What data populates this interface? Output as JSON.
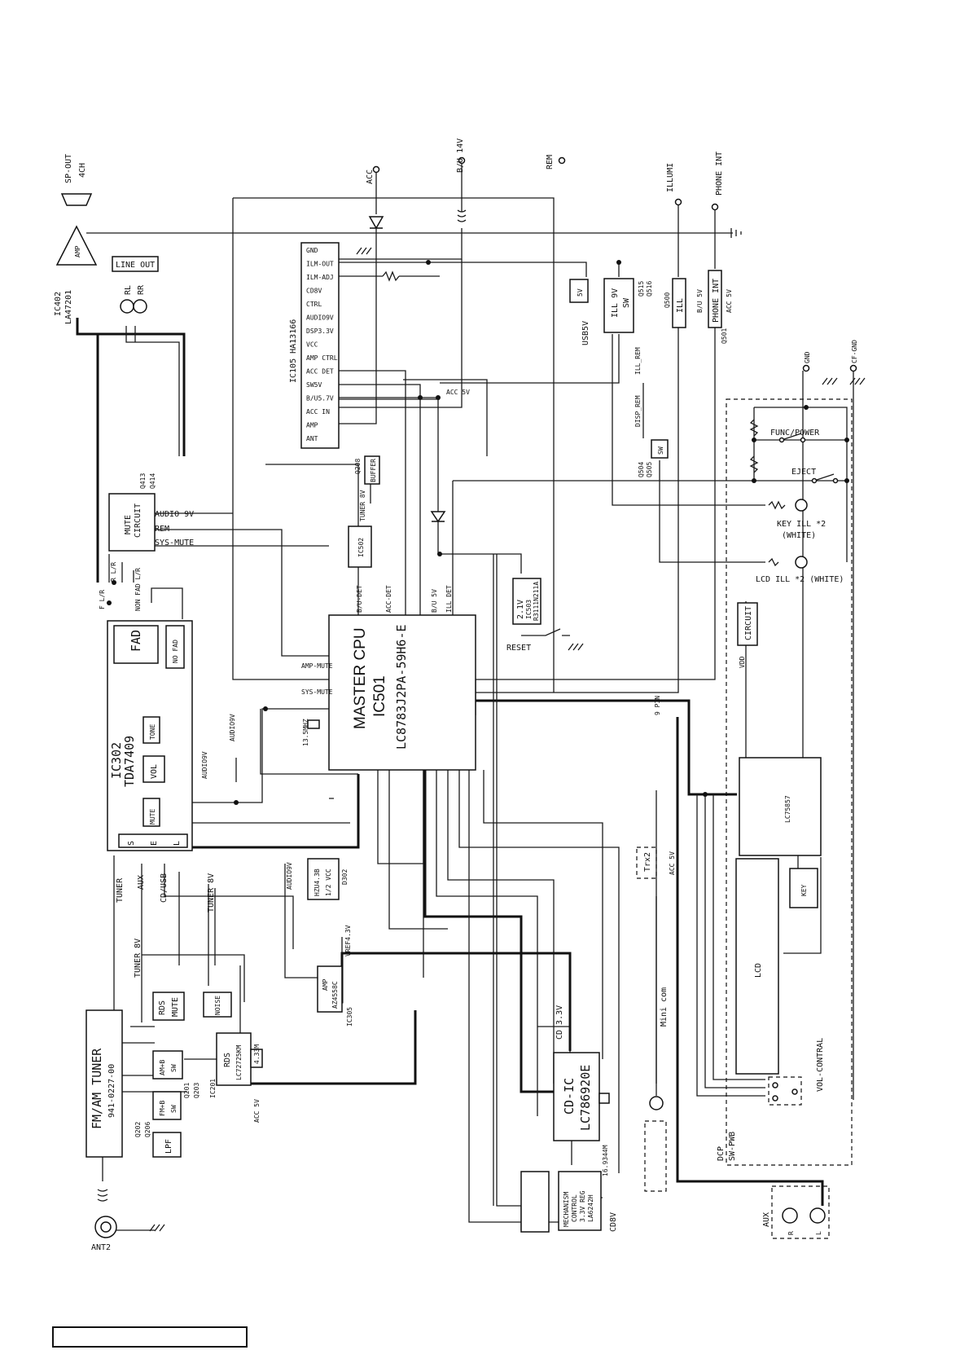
{
  "diagram": {
    "labels": {
      "sp_out": "SP-OUT",
      "sp_4ch": "4CH",
      "amp": "AMP",
      "ic402": "IC402",
      "la47201": "LA47201",
      "line_out": "LINE OUT",
      "rl": "RL",
      "rr": "RR",
      "acc": "ACC",
      "bu14v": "B/U 14V",
      "rem": "REM",
      "illumi": "ILLUMI",
      "phone_int": "PHONE INT",
      "ic105": "IC105 HA13166",
      "ic105_pins": [
        "GND",
        "ILM-OUT",
        "ILM-ADJ",
        "CD8V",
        "CTRL",
        "AUDIO9V",
        "DSP3.3V",
        "VCC",
        "AMP CTRL",
        "ACC DET",
        "SW5V",
        "B/U5.7V",
        "ACC IN",
        "AMP",
        "ANT"
      ],
      "sw5v_box": "5V",
      "usb5v": "USB5V",
      "ill9v": "ILL 9V",
      "sw": "SW",
      "q515": "Q515",
      "q516": "Q516",
      "q500": "Q500",
      "ill": "ILL",
      "bu5v": "B/U 5V",
      "phone_int_box": "PHONE INT",
      "acc5v": "ACC 5V",
      "q501": "Q501",
      "ill_rem": "ILL_REM",
      "disp_rem": "DISP_REM",
      "acc5v_2": "ACC 5V",
      "gnd": "GND",
      "cf_gnd": "CF-GND",
      "func_power": "FUNC/POWER",
      "eject": "EJECT",
      "key_ill": "KEY ILL *2",
      "white": "(WHITE)",
      "lcd_ill": "LCD ILL *2 (WHITE)",
      "q504": "Q504",
      "q505": "Q505",
      "sw_small": "SW",
      "mute_circuit_1": "MUTE",
      "mute_circuit_2": "CIRCUIT",
      "q413": "Q413",
      "q414": "Q414",
      "audio9v": "AUDIO 9V",
      "rem2": "REM",
      "sys_mute": "SYS-MUTE",
      "q208": "Q208",
      "buffer": "BUFFER",
      "tuner8v": "TUNER 8V",
      "ic502": "IC502",
      "ic503_v": "2.1V",
      "ic503": "IC503",
      "ic503_part": "R3111N211A",
      "reset": "RESET",
      "bu_det": "B/U-DET",
      "acc_det": "ACC-DET",
      "bu5v_cpu": "B/U 5V",
      "ill_det": "ILL DET",
      "f_lr": "F L/R",
      "r_lr": "R L/R",
      "non_fad": "NON FAD L/R",
      "fad": "FAD",
      "no_fad": "NO FAD",
      "ic302": "IC302",
      "tda7409": "TDA7409",
      "tone": "TONE",
      "vol": "VOL",
      "mute": "MUTE",
      "s": "S",
      "e": "E",
      "l": "L",
      "audio9v_2": "AUDIO9V",
      "audio9v_3": "AUDIO9V",
      "master_cpu": "MASTER CPU",
      "ic501": "IC501",
      "cpu_part": "LC8783J2PA-59H6-E",
      "amp_mute": "AMP-MUTE",
      "sys_mute2": "SYS-MUTE",
      "xtal": "13.5MHZ",
      "nine_pin": "9 PIN",
      "vdd": "VDD",
      "circuit": "CIRCUIT",
      "lc75857": "LC75857",
      "key": "KEY",
      "lcd": "LCD",
      "vol_contral": "VOL-CONTRAL",
      "dcp": "DCP",
      "sw_pwb": "SW-PWB",
      "trx2": "Trx2",
      "acc5v_3": "ACC 5V",
      "mini_com": "Mini com",
      "aux": "AUX",
      "aux_r": "R",
      "aux_l": "L",
      "tuner": "TUNER",
      "aux2": "AUX",
      "cd_usb": "CD/USB",
      "tuner8v_2": "TUNER 8V",
      "tuner8v_3": "TUNER 8V",
      "audio9v_4": "AUDIO9V",
      "hzu": "HZU4.3B",
      "half_vcc": "1/2 VCC",
      "d302": "D302",
      "vref": "VREF4.3V",
      "amp2": "AMP",
      "az4558": "AZ4558C",
      "ic305": "IC305",
      "fm_am_tuner": "FM/AM TUNER",
      "tuner_part": "941-0227-00",
      "rds": "RDS",
      "mute2": "MUTE",
      "noise": "NOISE",
      "rds2": "RDS",
      "lc72725": "LC72725KM",
      "x433": "4.33M",
      "ic201": "IC201",
      "q201": "Q201",
      "q203": "Q203",
      "acc5v_4": "ACC 5V",
      "amb": "AM+B",
      "sw2": "SW",
      "fmb": "FM+B",
      "sw3": "SW",
      "q202": "Q202",
      "q206": "Q206",
      "lpf": "LPF",
      "ant2": "ANT2",
      "cd_ic": "CD-IC",
      "lc786920e": "LC786920E",
      "cd33v": "CD 3.3V",
      "x16": "16.9344M",
      "mech1": "MECHANISM",
      "mech2": "CONTROL",
      "mech3": "3.3V REG",
      "la6242h": "LA6242H",
      "cd8v": "CD8V"
    }
  }
}
